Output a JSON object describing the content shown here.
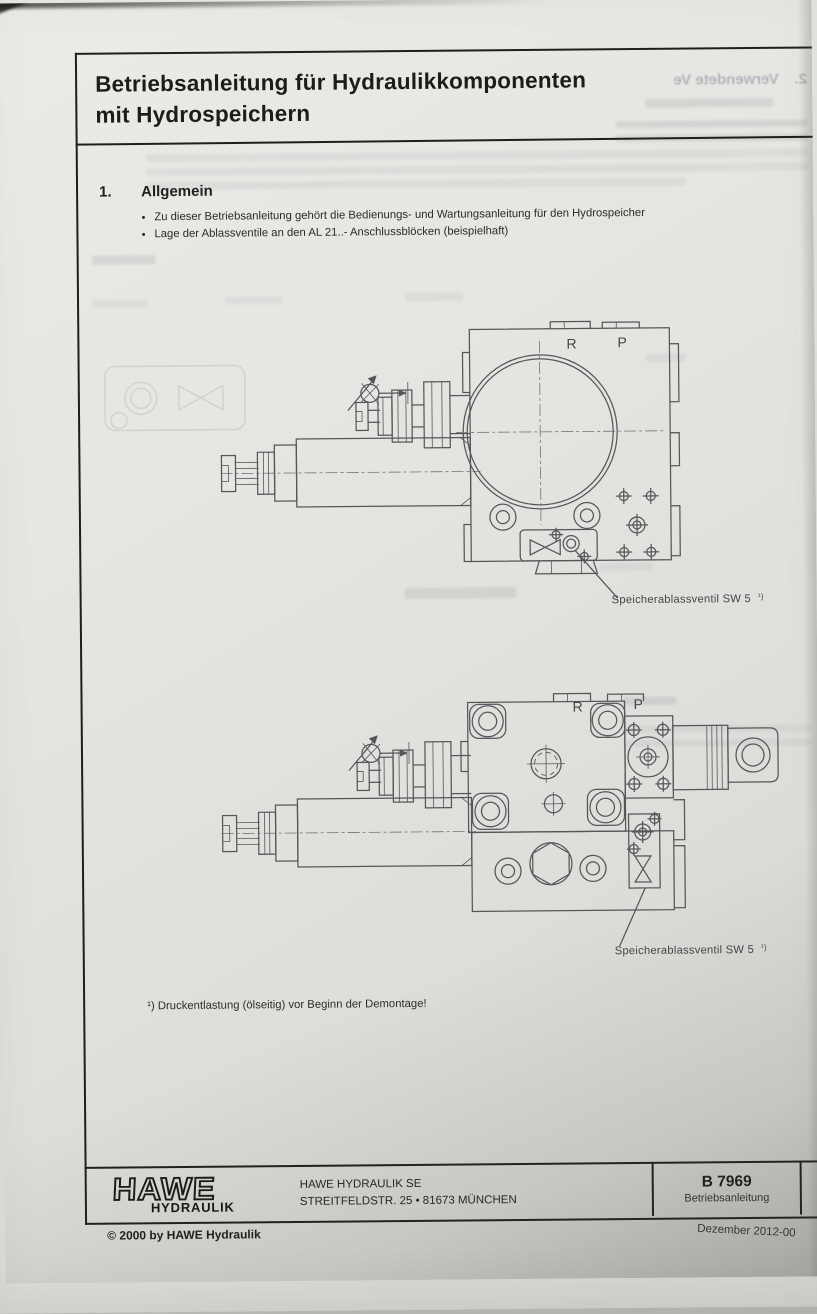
{
  "document": {
    "title_line1": "Betriebsanleitung für Hydraulikkomponenten",
    "title_line2": "mit Hydrospeichern",
    "section_number": "1.",
    "section_heading": "Allgemein",
    "bullets": [
      "Zu dieser Betriebsanleitung gehört die Bedienungs- und Wartungsanleitung für den Hydrospeicher",
      "Lage der Ablassventile an den AL 21..- Anschlussblöcken (beispielhaft)"
    ],
    "footnote": "¹) Druckentlastung (ölseitig) vor Beginn der Demontage!"
  },
  "drawings": {
    "port_label_r": "R",
    "port_label_p": "P",
    "callout_label": "Speicherablassventil SW 5",
    "callout_footnote_ref": "¹)"
  },
  "footer": {
    "logo_text": "HAWE",
    "logo_subtext": "HYDRAULIK",
    "company": "HAWE HYDRAULIK SE",
    "address": "STREITFELDSTR. 25 • 81673 MÜNCHEN",
    "doc_number": "B 7969",
    "doc_type": "Betriebsanleitung",
    "copyright": "© 2000 by HAWE Hydraulik",
    "date": "Dezember 2012-00"
  },
  "bleedthrough": {
    "section_number": "2.",
    "heading_fragment": "Verwendete Ve"
  },
  "colors": {
    "paper": "#e7e5e1",
    "backdrop": "#b0aeaa",
    "ink": "#1f1e1c",
    "drawing_line": "#53575b",
    "bleed_tint": "#7b8a99"
  }
}
